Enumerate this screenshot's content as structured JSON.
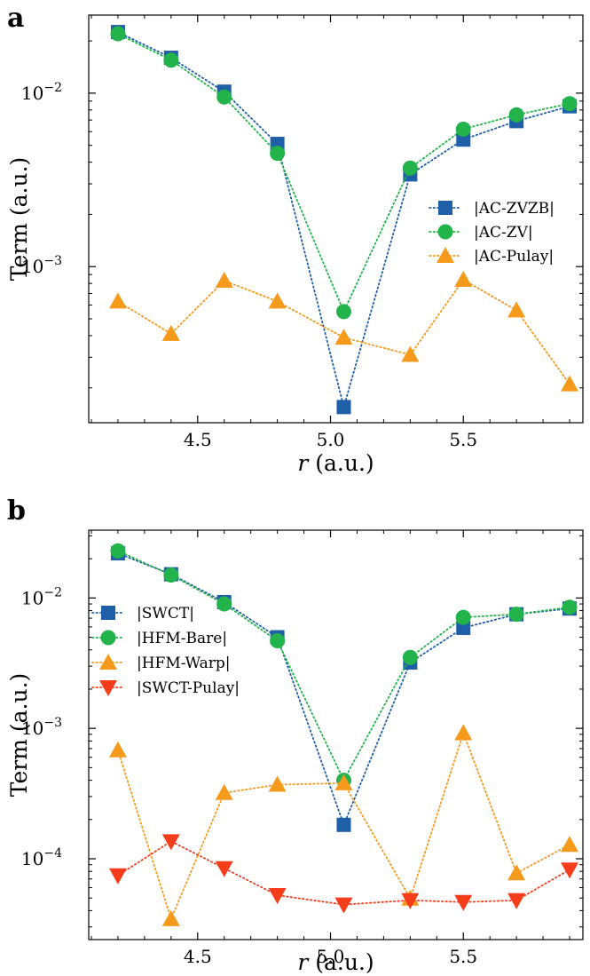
{
  "chart_data": [
    {
      "panel_label": "a",
      "type": "line",
      "xlabel": "r (a.u.)",
      "xlabel_var": "r",
      "xlabel_unit": " (a.u.)",
      "ylabel": "Term (a.u.)",
      "yscale": "log",
      "xlim": [
        4.09,
        5.95
      ],
      "ylim_log10": [
        -3.9,
        -1.55
      ],
      "xticks": [
        {
          "value": 4.5,
          "label": "4.5"
        },
        {
          "value": 5.0,
          "label": "5.0"
        },
        {
          "value": 5.5,
          "label": "5.5"
        }
      ],
      "yticks": [
        {
          "value": 0.001,
          "base": "10",
          "exp": "−3"
        },
        {
          "value": 0.01,
          "base": "10",
          "exp": "−2"
        }
      ],
      "legend_position": "center-right",
      "series": [
        {
          "name": "|AC-ZVZB|",
          "color": "#1f5fa8",
          "marker": "square",
          "x": [
            4.2,
            4.4,
            4.6,
            4.8,
            5.05,
            5.3,
            5.5,
            5.7,
            5.9
          ],
          "y": [
            0.0225,
            0.016,
            0.0102,
            0.0051,
            0.000155,
            0.0034,
            0.0054,
            0.0069,
            0.0084
          ]
        },
        {
          "name": "|AC-ZV|",
          "color": "#22b34a",
          "marker": "circle",
          "x": [
            4.2,
            4.4,
            4.6,
            4.8,
            5.05,
            5.3,
            5.5,
            5.7,
            5.9
          ],
          "y": [
            0.022,
            0.0155,
            0.0095,
            0.0045,
            0.00055,
            0.0037,
            0.0062,
            0.0075,
            0.0087
          ]
        },
        {
          "name": "|AC-Pulay|",
          "color": "#f59a1b",
          "marker": "triangle-up",
          "x": [
            4.2,
            4.4,
            4.6,
            4.8,
            5.05,
            5.3,
            5.5,
            5.7,
            5.9
          ],
          "y": [
            0.00063,
            0.00041,
            0.00083,
            0.00063,
            0.00039,
            0.00031,
            0.00084,
            0.00056,
            0.00021
          ]
        }
      ]
    },
    {
      "panel_label": "b",
      "type": "line",
      "xlabel": "r (a.u.)",
      "xlabel_var": "r",
      "xlabel_unit": " (a.u.)",
      "ylabel": "Term (a.u.)",
      "yscale": "log",
      "xlim": [
        4.09,
        5.95
      ],
      "ylim_log10": [
        -4.62,
        -1.48
      ],
      "xticks": [
        {
          "value": 4.5,
          "label": "4.5"
        },
        {
          "value": 5.0,
          "label": "5.0"
        },
        {
          "value": 5.5,
          "label": "5.5"
        }
      ],
      "yticks": [
        {
          "value": 0.0001,
          "base": "10",
          "exp": "−4"
        },
        {
          "value": 0.001,
          "base": "10",
          "exp": "−3"
        },
        {
          "value": 0.01,
          "base": "10",
          "exp": "−2"
        }
      ],
      "legend_position": "upper-left",
      "series": [
        {
          "name": "|SWCT|",
          "color": "#1f5fa8",
          "marker": "square",
          "x": [
            4.2,
            4.4,
            4.6,
            4.8,
            5.05,
            5.3,
            5.5,
            5.7,
            5.9
          ],
          "y": [
            0.022,
            0.0152,
            0.0093,
            0.005,
            0.000182,
            0.0032,
            0.0059,
            0.0075,
            0.0083
          ]
        },
        {
          "name": "|HFM-Bare|",
          "color": "#22b34a",
          "marker": "circle",
          "x": [
            4.2,
            4.4,
            4.6,
            4.8,
            5.05,
            5.3,
            5.5,
            5.7,
            5.9
          ],
          "y": [
            0.023,
            0.015,
            0.009,
            0.0047,
            0.0004,
            0.0035,
            0.0071,
            0.0075,
            0.0085
          ]
        },
        {
          "name": "|HFM-Warp|",
          "color": "#f59a1b",
          "marker": "triangle-up",
          "x": [
            4.2,
            4.4,
            4.6,
            4.8,
            5.05,
            5.3,
            5.5,
            5.7,
            5.9
          ],
          "y": [
            0.00068,
            3.45e-05,
            0.00032,
            0.00037,
            0.00038,
            4.95e-05,
            0.00092,
            7.75e-05,
            0.000128
          ]
        },
        {
          "name": "|SWCT-Pulay|",
          "color": "#f53d1b",
          "marker": "triangle-down",
          "x": [
            4.2,
            4.4,
            4.6,
            4.8,
            5.05,
            5.3,
            5.5,
            5.7,
            5.9
          ],
          "y": [
            7.45e-05,
            0.000136,
            8.45e-05,
            5.25e-05,
            4.45e-05,
            4.8e-05,
            4.65e-05,
            4.8e-05,
            8.25e-05
          ]
        }
      ]
    }
  ]
}
